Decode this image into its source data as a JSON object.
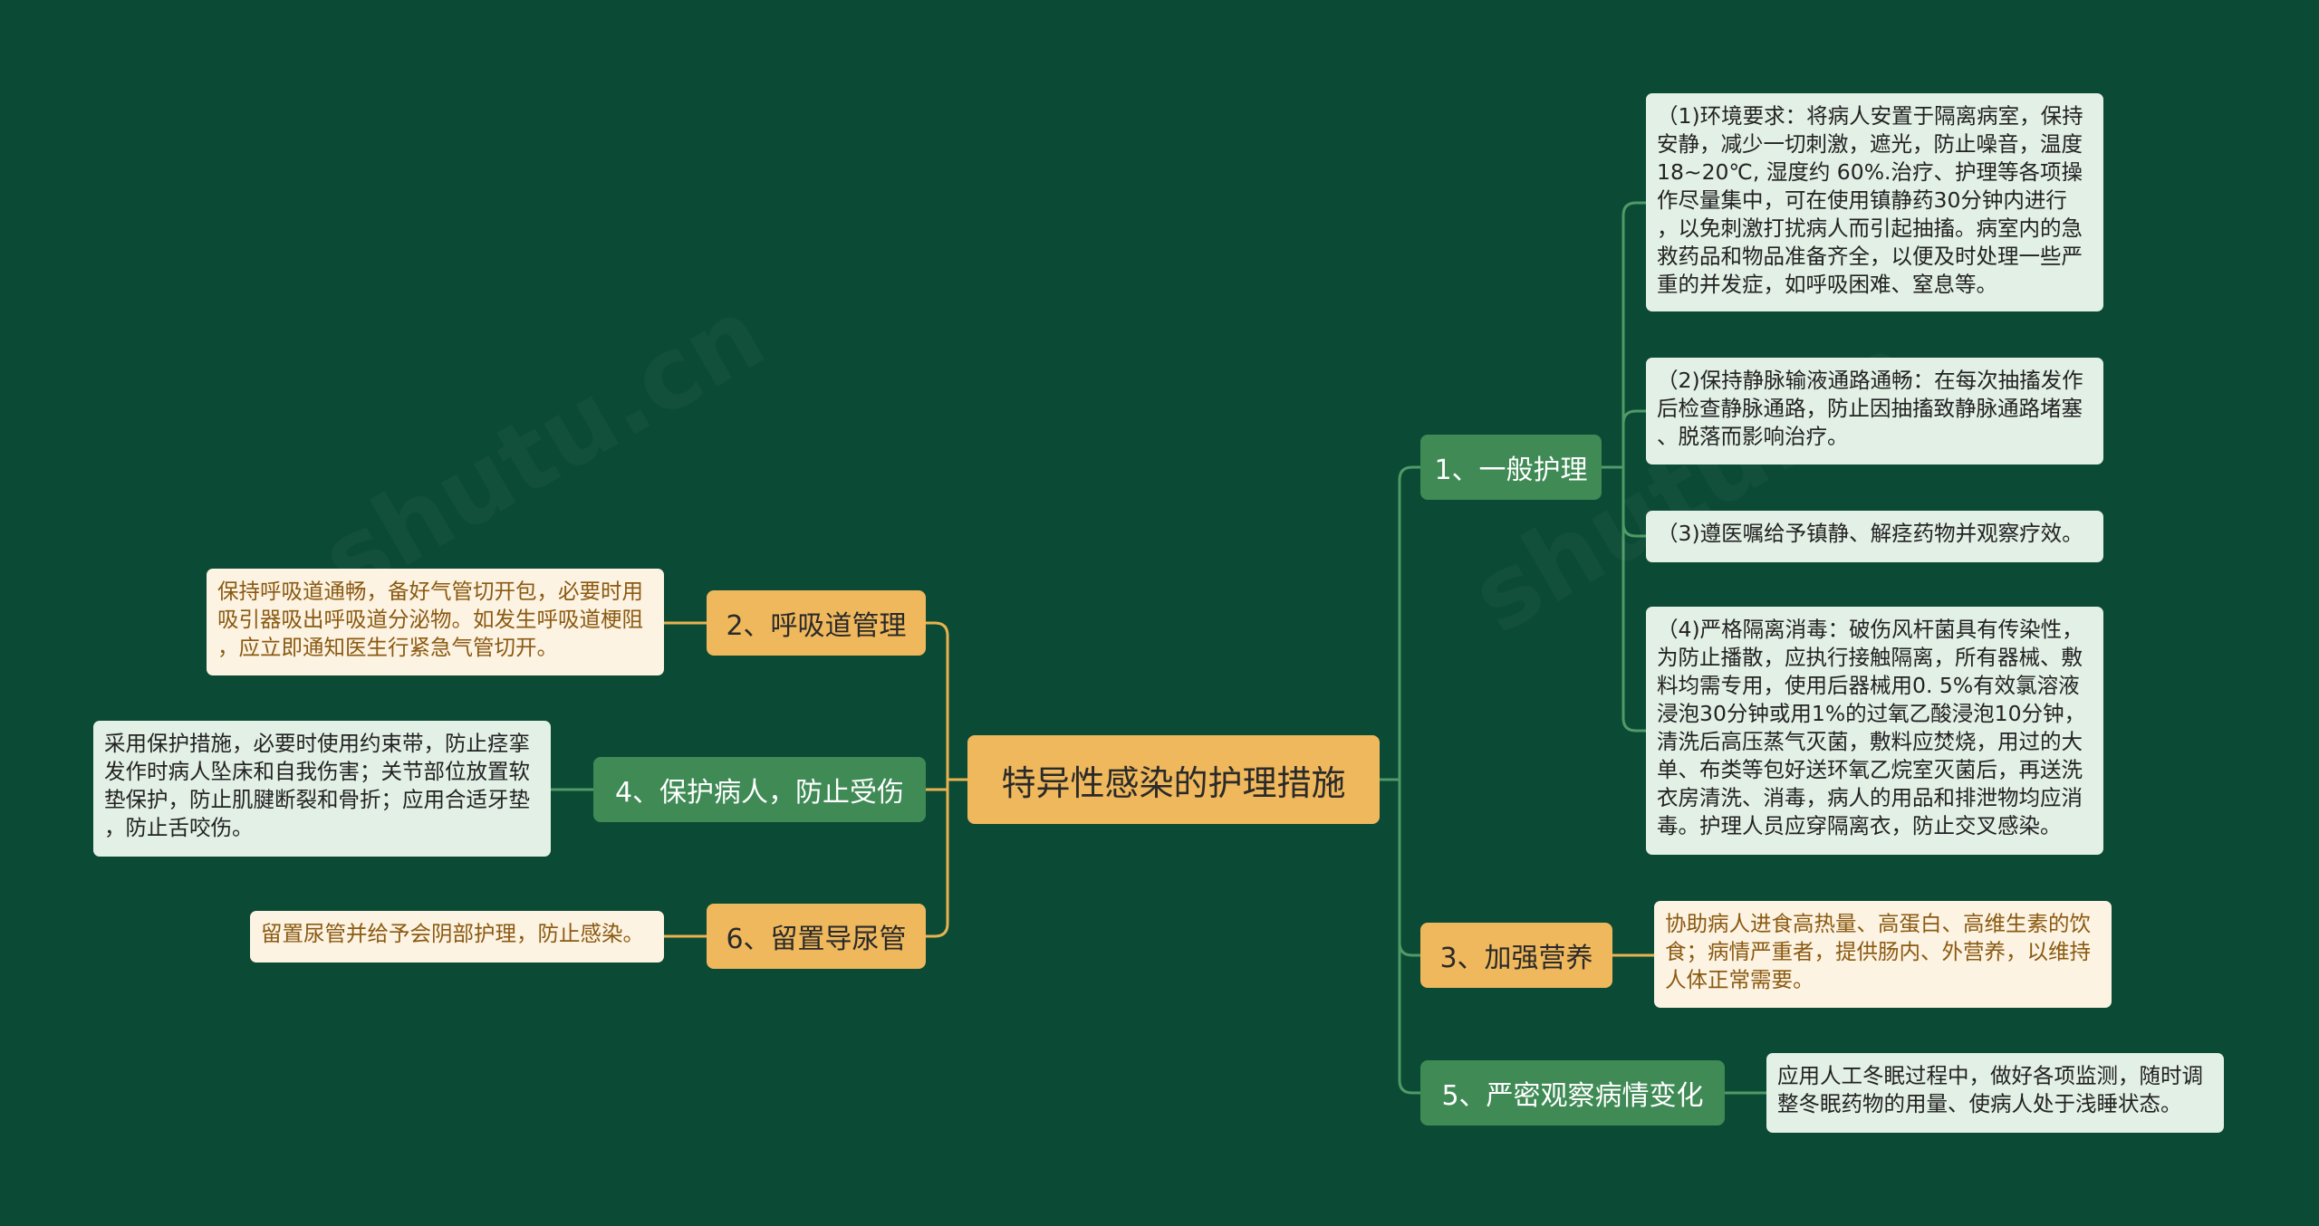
{
  "mindmap": {
    "root": {
      "label": "特异性感染的护理措施"
    },
    "branches": [
      {
        "id": "b1",
        "label": "1、一般护理",
        "style": "green",
        "leaves": [
          {
            "lines": [
              "（1)环境要求：将病人安置于隔离病室，保持",
              "安静，减少一切刺激，遮光，防止噪音，温度",
              "18~20℃, 湿度约 60%.治疗、护理等各项操",
              "作尽量集中，可在使用镇静药30分钟内进行",
              "，以免刺激打扰病人而引起抽搐。病室内的急",
              "救药品和物品准备齐全，以便及时处理一些严",
              "重的并发症，如呼吸困难、窒息等。"
            ]
          },
          {
            "lines": [
              "（2)保持静脉输液通路通畅：在每次抽搐发作",
              "后检查静脉通路，防止因抽搐致静脉通路堵塞",
              "、脱落而影响治疗。"
            ]
          },
          {
            "lines": [
              "（3)遵医嘱给予镇静、解痉药物并观察疗效。"
            ]
          },
          {
            "lines": [
              "（4)严格隔离消毒：破伤风杆菌具有传染性，",
              "为防止播散，应执行接触隔离，所有器械、敷",
              "料均需专用，使用后器械用0. 5%有效氯溶液",
              "浸泡30分钟或用1%的过氧乙酸浸泡10分钟，",
              "清洗后高压蒸气灭菌，敷料应焚烧，用过的大",
              "单、布类等包好送环氧乙烷室灭菌后，再送洗",
              "衣房清洗、消毒，病人的用品和排泄物均应消",
              "毒。护理人员应穿隔离衣，防止交叉感染。"
            ]
          }
        ]
      },
      {
        "id": "b2",
        "label": "2、呼吸道管理",
        "style": "yellow",
        "leaves": [
          {
            "lines": [
              "保持呼吸道通畅，备好气管切开包，必要时用",
              "吸引器吸出呼吸道分泌物。如发生呼吸道梗阻",
              "，应立即通知医生行紧急气管切开。"
            ]
          }
        ]
      },
      {
        "id": "b3",
        "label": "3、加强营养",
        "style": "yellow",
        "leaves": [
          {
            "lines": [
              "协助病人进食高热量、高蛋白、高维生素的饮",
              "食；病情严重者，提供肠内、外营养，以维持",
              "人体正常需要。"
            ]
          }
        ]
      },
      {
        "id": "b4",
        "label": "4、保护病人，防止受伤",
        "style": "green",
        "leaves": [
          {
            "lines": [
              "采用保护措施，必要时使用约束带，防止痉挛",
              "发作时病人坠床和自我伤害；关节部位放置软",
              "垫保护，防止肌腱断裂和骨折；应用合适牙垫",
              "，防止舌咬伤。"
            ]
          }
        ]
      },
      {
        "id": "b5",
        "label": "5、严密观察病情变化",
        "style": "green",
        "leaves": [
          {
            "lines": [
              "应用人工冬眠过程中，做好各项监测，随时调",
              "整冬眠药物的用量、使病人处于浅睡状态。"
            ]
          }
        ]
      },
      {
        "id": "b6",
        "label": "6、留置导尿管",
        "style": "yellow",
        "leaves": [
          {
            "lines": [
              "留置尿管并给予会阴部护理，防止感染。"
            ]
          }
        ]
      }
    ]
  },
  "colors": {
    "background": "#0b4a35",
    "root_fill": "#f0b85c",
    "branch_green": "#3f8a55",
    "branch_yellow": "#f0b85c",
    "leaf_green": "#e3f0e6",
    "leaf_cream": "#fdf3e2",
    "leaf_cream_text": "#8a5a12",
    "line_green": "#4f9a66",
    "line_yellow": "#e8b24f"
  }
}
